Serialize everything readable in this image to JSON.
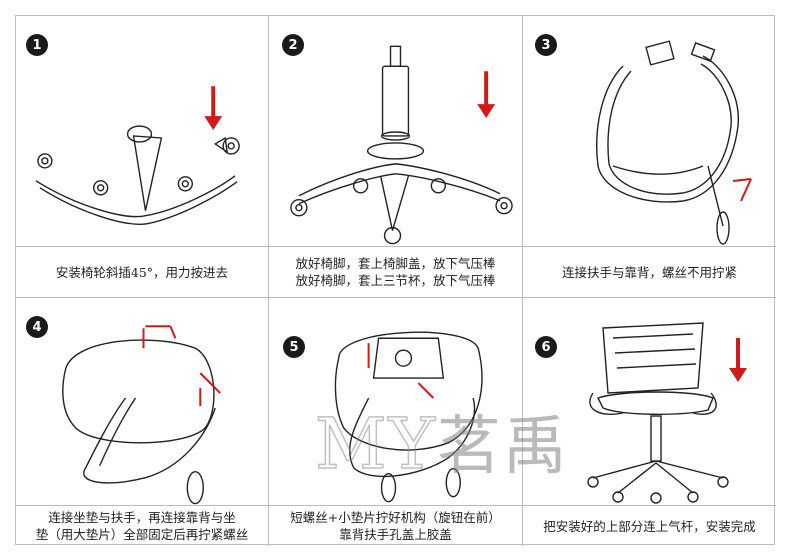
{
  "steps": [
    {
      "number": "1",
      "lines": [
        "安装椅轮斜插45°，用力按进去"
      ]
    },
    {
      "number": "2",
      "lines": [
        "放好椅脚，套上椅脚盖，放下气压棒",
        "放好椅脚，套上三节杯，放下气压棒"
      ]
    },
    {
      "number": "3",
      "lines": [
        "连接扶手与靠背，螺丝不用拧紧"
      ]
    },
    {
      "number": "4",
      "lines": [
        "连接坐垫与扶手，再连接靠背与坐",
        "垫（用大垫片）全部固定后再拧紧螺丝"
      ]
    },
    {
      "number": "5",
      "lines": [
        "短螺丝+小垫片拧好机构（旋钮在前）",
        "靠背扶手孔盖上胶盖"
      ]
    },
    {
      "number": "6",
      "lines": [
        "把安装好的上部分连上气杆，安装完成"
      ]
    }
  ],
  "watermark": {
    "latin": "MY",
    "chinese": "茗禹"
  },
  "colors": {
    "arrow": "#d01a1a",
    "border": "#bdbdbd",
    "badge": "#1a1a1a"
  }
}
